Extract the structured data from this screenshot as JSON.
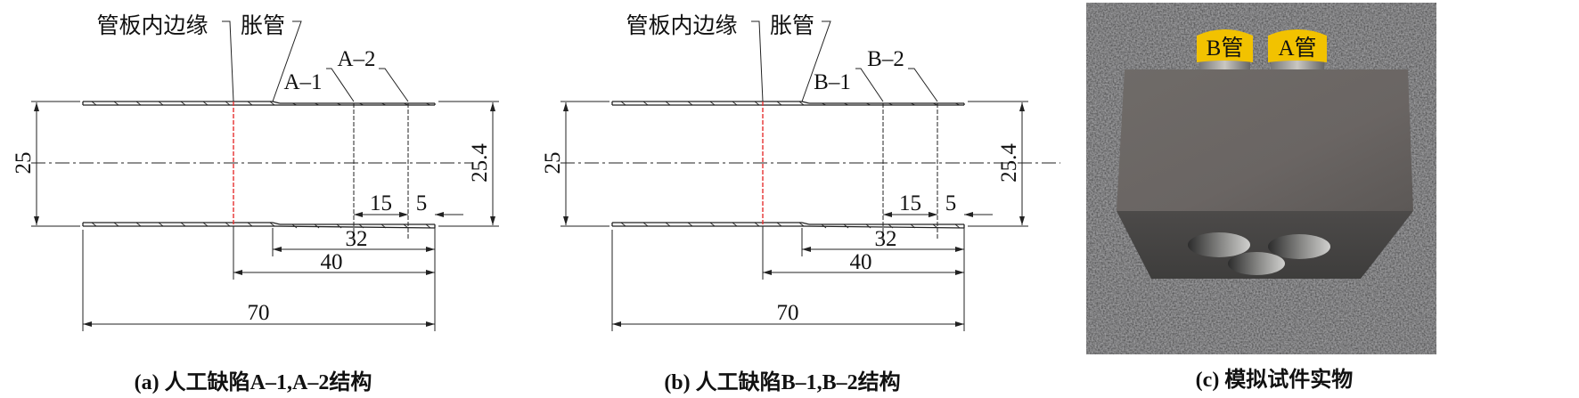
{
  "panels": [
    {
      "id": "a",
      "caption": "(a) 人工缺陷A–1,A–2结构",
      "leader_edge": "管板内边缘",
      "leader_expand": "胀管",
      "defect_1": "A–1",
      "defect_2": "A–2",
      "dims": {
        "inner_diameter": "25",
        "outer_diameter": "25.4",
        "d15": "15",
        "d5": "5",
        "d32": "32",
        "d40": "40",
        "d70": "70"
      }
    },
    {
      "id": "b",
      "caption": "(b) 人工缺陷B–1,B–2结构",
      "leader_edge": "管板内边缘",
      "leader_expand": "胀管",
      "defect_1": "B–1",
      "defect_2": "B–2",
      "dims": {
        "inner_diameter": "25",
        "outer_diameter": "25.4",
        "d15": "15",
        "d5": "5",
        "d32": "32",
        "d40": "40",
        "d70": "70"
      }
    }
  ],
  "photo": {
    "caption": "(c) 模拟试件实物",
    "tube_b_label": "B管",
    "tube_a_label": "A管"
  },
  "colors": {
    "line": "#222222",
    "edge_marker": "#e53030",
    "tube_label": "#f2c200"
  }
}
